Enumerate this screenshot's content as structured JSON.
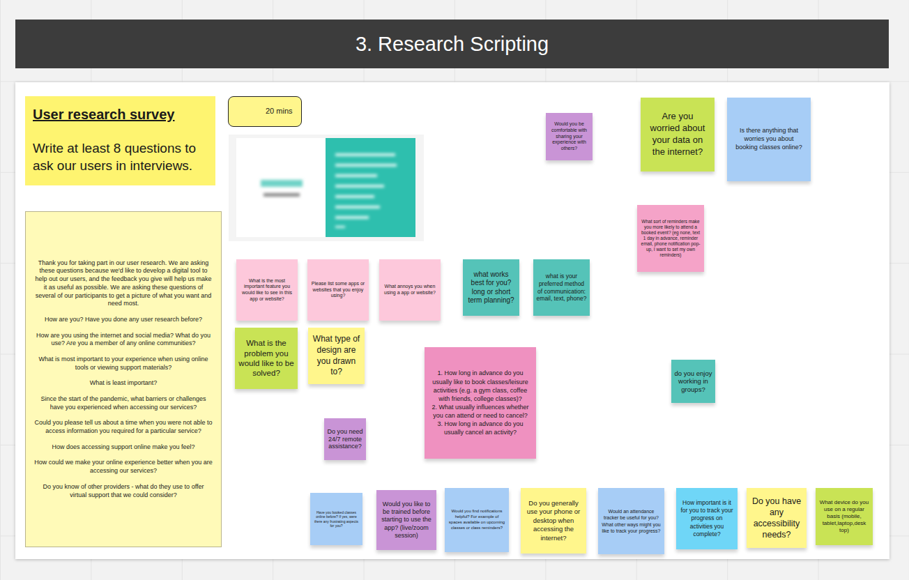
{
  "diagram": {
    "title": "3. Research Scripting",
    "nodes": [
      {
        "text": [
          "User research survey",
          "Write at least 8 questions to ask our users in interviews."
        ]
      },
      {
        "text": [
          "20 mins"
        ]
      },
      {
        "text": [
          "Would you be comfortable with sharing your experience with others?"
        ]
      },
      {
        "text": [
          "Are you worried about your data on the internet?"
        ]
      },
      {
        "text": [
          "Is there anything that worries you about booking classes online?"
        ]
      },
      {
        "text": [
          "Thank you for taking part in our user research. We are asking these questions because we'd like to develop a digital tool to help out our users, and the feedback you give will help us make it as useful as possible. We are asking these questions of several of our participants to get a picture of what you want and need most.",
          "How are you? Have you done any user research before?",
          "How are you using the internet and social media? What do you use? Are you a member of any online communities?",
          "What is most important to your experience when using online tools or viewing support materials?",
          "What is least important?",
          "Since the start of the pandemic, what barriers or challenges have you experienced when accessing our services?",
          "Could you please tell us about a time when you were not able to access information you required for a particular service?",
          "How does accessing support online make you feel?",
          "How could we make your online experience better when you are accessing our services?",
          "Do you know of other providers - what do they use to offer virtual support that we could consider?"
        ]
      },
      {
        "text": [
          "What sort of reminders make you more likely to attend a booked event? (eg none, text 1 day in advance, reminder email, phone notification pop-up, I want to set my own reminders)"
        ]
      },
      {
        "text": [
          "What is the most important feature you would like to see in this app or website?"
        ]
      },
      {
        "text": [
          "Please list some apps or websites that you enjoy using?"
        ]
      },
      {
        "text": [
          "What annoys you when using a app or website?"
        ]
      },
      {
        "text": [
          "what works best for you? long or short term planning?"
        ]
      },
      {
        "text": [
          "what is your preferred method of communication: email, text, phone?"
        ]
      },
      {
        "text": [
          "What is the problem you would like to be solved?"
        ]
      },
      {
        "text": [
          "What type of design are you drawn to?"
        ]
      },
      {
        "text": [
          "1. How long in advance do you usually like to book classes/leisure activities (e.g. a gym class, coffee with friends, college classes)?",
          "2. What usually influences whether you can attend or need to cancel?",
          "3. How long in advance do you usually cancel an activity?"
        ]
      },
      {
        "text": [
          "do you enjoy working in groups?"
        ]
      },
      {
        "text": [
          "Do you need 24/7 remote assistance?"
        ]
      },
      {
        "text": [
          "Have you booked classes online before? If yes, were there any frustrating aspects for you?"
        ]
      },
      {
        "text": [
          "Would you like to be trained before starting to use the app? (live/zoom session)"
        ]
      },
      {
        "text": [
          "Would you find notifications helpful? For example of spaces available on upcoming classes or class reminders?"
        ]
      },
      {
        "text": [
          "Do you generally use your phone or desktop when accessing the internet?"
        ]
      },
      {
        "text": [
          "Would an attendance tracker be useful for you? What other ways might you like to track your progress?"
        ]
      },
      {
        "text": [
          "How important is it for you to track your progress on activities you complete?"
        ]
      },
      {
        "text": [
          "Do you have any accessibility needs?"
        ]
      },
      {
        "text": [
          "What device do you use on a regular basis (mobile, tablet,laptop,desk top)"
        ]
      }
    ]
  }
}
